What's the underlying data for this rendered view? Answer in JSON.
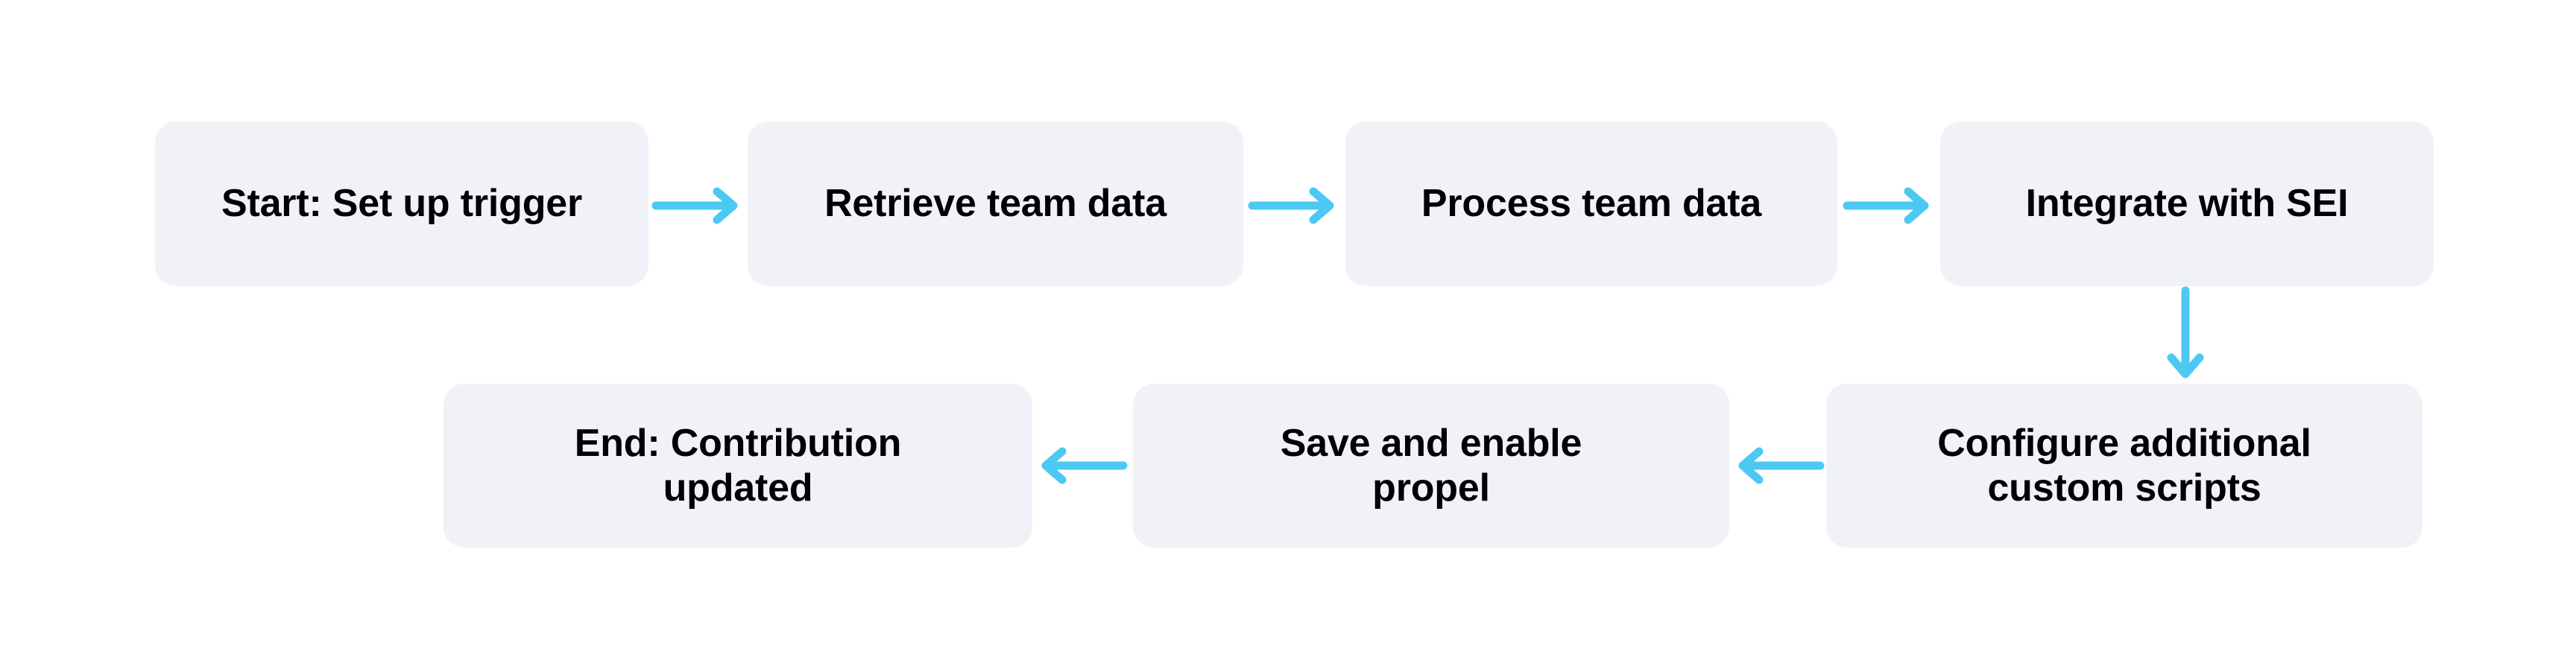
{
  "diagram": {
    "type": "flowchart",
    "orientation": "horizontal-serpentine",
    "background_color": "#ffffff",
    "node_fill_color": "#f1f2f7",
    "node_text_color": "#010104",
    "edge_color": "#4cc9f2",
    "nodes": [
      {
        "id": "start",
        "label": "Start: Set up trigger",
        "row": 1,
        "order": 1
      },
      {
        "id": "retrieve",
        "label": "Retrieve team data",
        "row": 1,
        "order": 2
      },
      {
        "id": "process",
        "label": "Process team data",
        "row": 1,
        "order": 3
      },
      {
        "id": "integrate",
        "label": "Integrate with SEI",
        "row": 1,
        "order": 4
      },
      {
        "id": "configure",
        "label": "Configure additional\ncustom scripts",
        "row": 2,
        "order": 5
      },
      {
        "id": "save",
        "label": "Save and enable\npropel",
        "row": 2,
        "order": 6
      },
      {
        "id": "end",
        "label": "End: Contribution\nupdated",
        "row": 2,
        "order": 7
      }
    ],
    "edges": [
      {
        "id": "start-retrieve",
        "from": "start",
        "to": "retrieve",
        "direction": "right",
        "icon": "arrow-right-icon"
      },
      {
        "id": "retrieve-process",
        "from": "retrieve",
        "to": "process",
        "direction": "right",
        "icon": "arrow-right-icon"
      },
      {
        "id": "process-integrate",
        "from": "process",
        "to": "integrate",
        "direction": "right",
        "icon": "arrow-right-icon"
      },
      {
        "id": "integrate-configure",
        "from": "integrate",
        "to": "configure",
        "direction": "down",
        "icon": "arrow-down-icon"
      },
      {
        "id": "configure-save",
        "from": "configure",
        "to": "save",
        "direction": "left",
        "icon": "arrow-left-icon"
      },
      {
        "id": "save-end",
        "from": "save",
        "to": "end",
        "direction": "left",
        "icon": "arrow-left-icon"
      }
    ]
  }
}
